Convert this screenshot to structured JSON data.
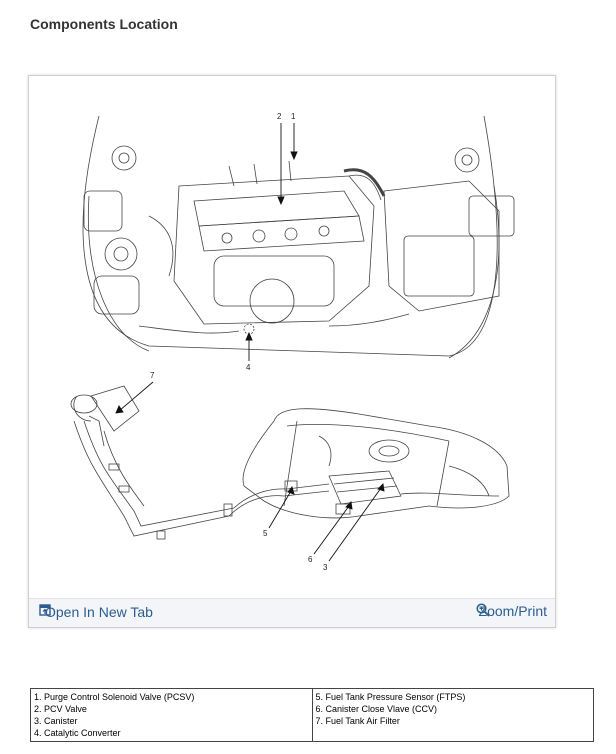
{
  "page": {
    "title": "Components Location"
  },
  "figure": {
    "open_tab_label": "Open In New Tab",
    "zoom_label": "Zoom/Print",
    "callouts": [
      "1",
      "2",
      "3",
      "4",
      "5",
      "6",
      "7"
    ]
  },
  "legend": {
    "left": [
      "1. Purge Control Solenoid Valve (PCSV)",
      "2. PCV Valve",
      "3. Canister",
      "4. Catalytic Converter"
    ],
    "right": [
      "5. Fuel Tank Pressure Sensor (FTPS)",
      "6. Canister Close Vlave (CCV)",
      "7. Fuel Tank Air Filter"
    ]
  }
}
